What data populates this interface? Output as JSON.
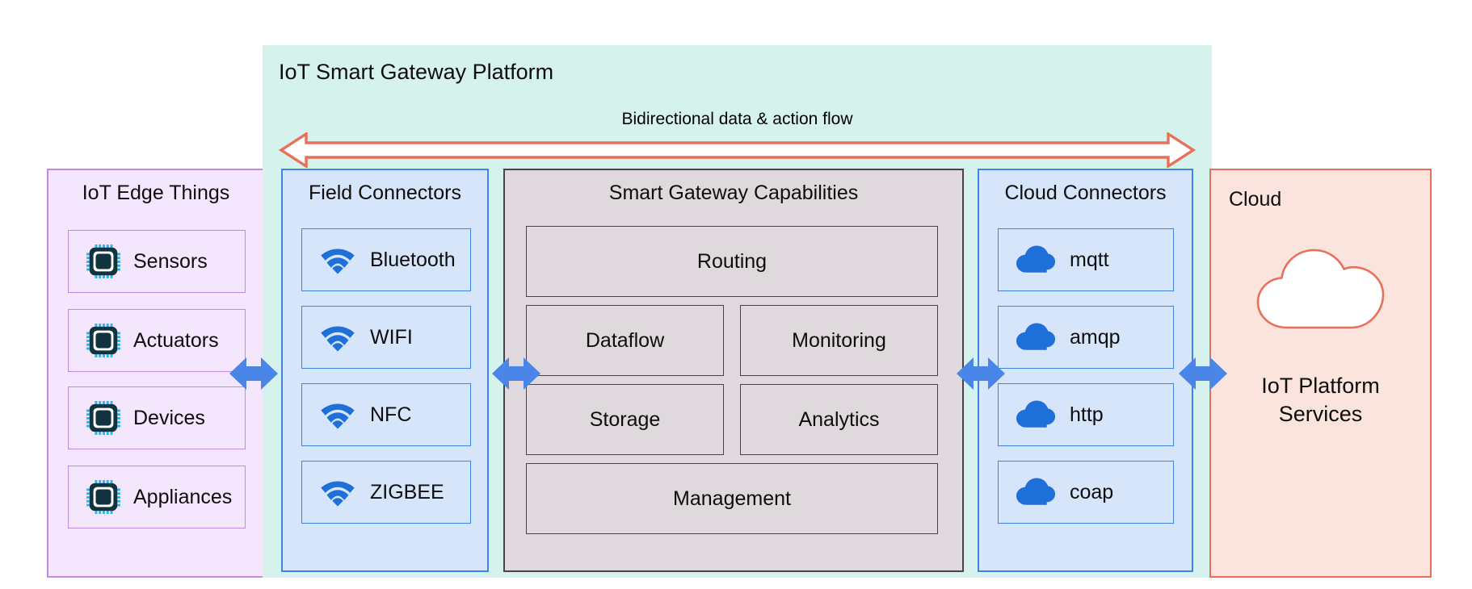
{
  "platform": {
    "title": "IoT Smart Gateway Platform",
    "flow_label": "Bidirectional data & action flow",
    "bg_color": "#d6f2ed",
    "flow_arrow_color": "#e8705a"
  },
  "edge": {
    "heading": "IoT Edge Things",
    "border_color": "#c08ae8",
    "bg_color": "#f3e6fd",
    "items": [
      {
        "label": "Sensors",
        "icon": "chip-icon"
      },
      {
        "label": "Actuators",
        "icon": "chip-icon"
      },
      {
        "label": "Devices",
        "icon": "chip-icon"
      },
      {
        "label": "Appliances",
        "icon": "chip-icon"
      }
    ]
  },
  "field_connectors": {
    "heading": "Field Connectors",
    "border_color": "#3d85e0",
    "bg_color": "#d7e5fa",
    "items": [
      {
        "label": "Bluetooth",
        "icon": "wifi-signal-icon"
      },
      {
        "label": "WIFI",
        "icon": "wifi-signal-icon"
      },
      {
        "label": "NFC",
        "icon": "wifi-signal-icon"
      },
      {
        "label": "ZIGBEE",
        "icon": "wifi-signal-icon"
      }
    ]
  },
  "gateway": {
    "heading": "Smart Gateway Capabilities",
    "border_color": "#4d4049",
    "bg_color": "#dfd9dd",
    "capabilities": [
      {
        "label": "Routing"
      },
      {
        "label": "Dataflow"
      },
      {
        "label": "Monitoring"
      },
      {
        "label": "Storage"
      },
      {
        "label": "Analytics"
      },
      {
        "label": "Management"
      }
    ]
  },
  "cloud_connectors": {
    "heading": "Cloud Connectors",
    "border_color": "#3d85e0",
    "bg_color": "#d7e5fa",
    "items": [
      {
        "label": "mqtt",
        "icon": "cloud-icon"
      },
      {
        "label": "amqp",
        "icon": "cloud-icon"
      },
      {
        "label": "http",
        "icon": "cloud-icon"
      },
      {
        "label": "coap",
        "icon": "cloud-icon"
      }
    ]
  },
  "cloud": {
    "heading": "Cloud",
    "services_label": "IoT Platform\nServices",
    "services_line1": "IoT Platform",
    "services_line2": "Services",
    "border_color": "#e8705a",
    "bg_color": "#fbe4dd",
    "cloud_icon": "cloud-outline-icon"
  },
  "connectors": {
    "arrow_color": "#4a86e8",
    "arrows": [
      "edge-to-field-arrow",
      "field-to-gateway-arrow",
      "gateway-to-cloudconnectors-arrow",
      "cloudconnectors-to-cloud-arrow"
    ]
  }
}
